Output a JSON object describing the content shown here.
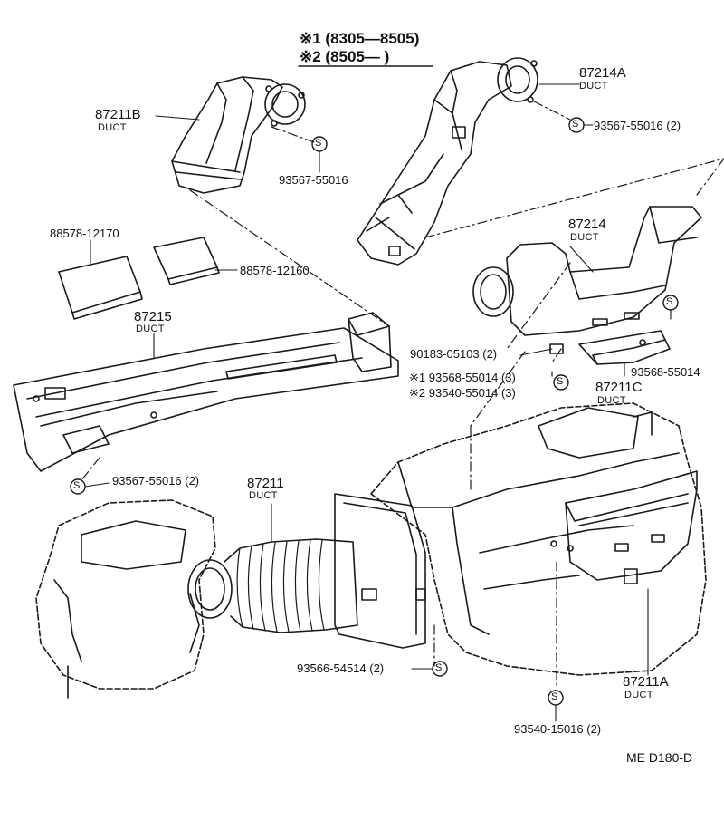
{
  "legend": {
    "line1": "※1 (8305—8505)",
    "line2": "※2 (8505—      )"
  },
  "parts": {
    "p87211B": {
      "number": "87211B",
      "name": "DUCT"
    },
    "p87214A": {
      "number": "87214A",
      "name": "DUCT"
    },
    "p87214": {
      "number": "87214",
      "name": "DUCT"
    },
    "p87215": {
      "number": "87215",
      "name": "DUCT"
    },
    "p87211C": {
      "number": "87211C",
      "name": "DUCT"
    },
    "p87211": {
      "number": "87211",
      "name": "DUCT"
    },
    "p87211A": {
      "number": "87211A",
      "name": "DUCT"
    }
  },
  "callouts": {
    "c1": "93567-55016",
    "c2": "93567-55016 (2)",
    "c3": "88578-12170",
    "c4": "88578-12160",
    "c5": "90183-05103 (2)",
    "c6": "※1 93568-55014 (3)",
    "c7": "※2 93540-55014 (3)",
    "c8": "93568-55014",
    "c9": "93567-55016 (2)",
    "c10": "93566-54514 (2)",
    "c11": "93540-15016 (2)"
  },
  "symbols": {
    "screw": "S"
  },
  "footer": {
    "code": "ME  D180-D"
  }
}
